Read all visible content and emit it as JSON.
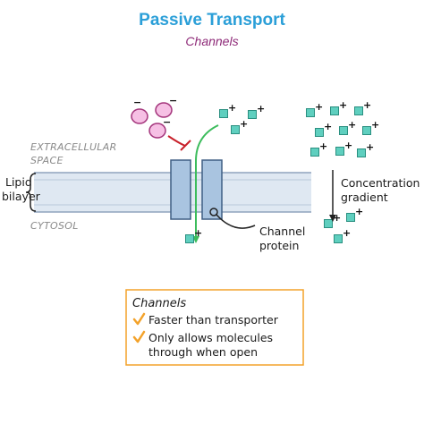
{
  "title": "Passive Transport",
  "subtitle": "Channels",
  "regions": {
    "extracellular_line1": "EXTRACELLULAR",
    "extracellular_line2": "SPACE",
    "cytosol": "CYTOSOL"
  },
  "labels": {
    "lipid_bilayer_line1": "Lipid",
    "lipid_bilayer_line2": "bilayer",
    "channel_protein_line1": "Channel",
    "channel_protein_line2": "protein",
    "concentration_line1": "Concentration",
    "concentration_line2": "gradient"
  },
  "ion_signs": {
    "positive": "+",
    "negative": "−"
  },
  "info_box": {
    "title": "Channels",
    "items": [
      {
        "lines": [
          "Faster than transporter"
        ]
      },
      {
        "lines": [
          "Only allows molecules",
          "through when open"
        ]
      }
    ]
  },
  "colors": {
    "title": "#2b9fd8",
    "subtitle": "#8e2a78",
    "cation_fill": "#5fcfbf",
    "cation_stroke": "#2a8f80",
    "anion_fill": "#f6c0e4",
    "anion_stroke": "#a4357c",
    "arrow_green": "#3cbc5c",
    "inhibit_red": "#c8202a",
    "membrane_fill": "#dfe8f2",
    "membrane_stroke": "#8fa4bd",
    "channel_fill": "#a9c4e0",
    "channel_stroke": "#3f5f84",
    "box_border": "#f3a22a",
    "check": "#f3a22a"
  }
}
